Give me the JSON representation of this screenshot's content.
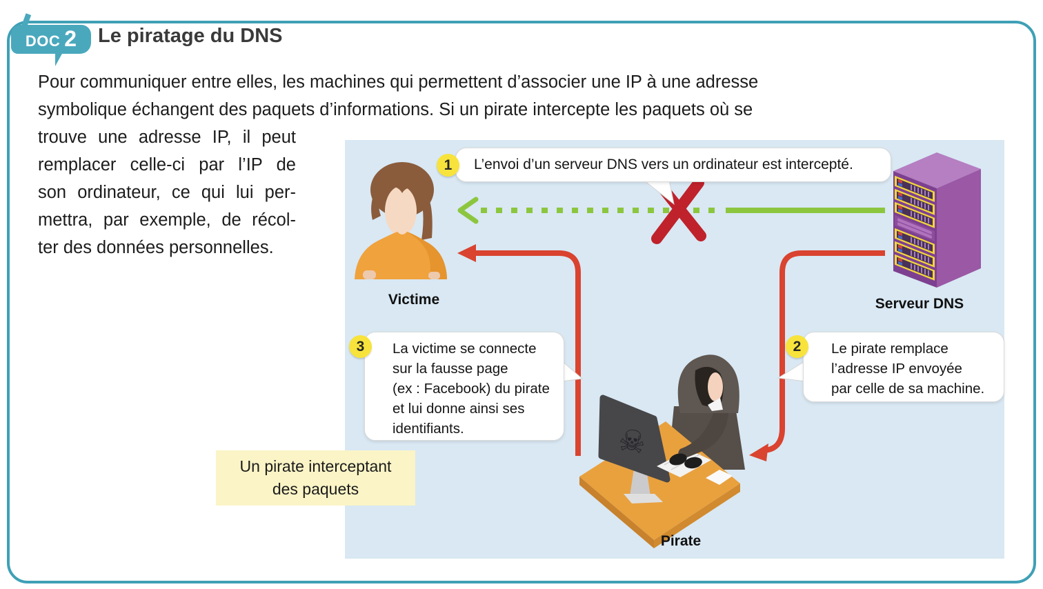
{
  "page": {
    "doc_badge": {
      "label": "DOC",
      "number": "2"
    },
    "title": "Le piratage du DNS",
    "intro_lines": [
      "Pour communiquer entre elles, les machines qui permettent d’associer une IP à une adresse",
      "symbolique échangent des paquets d’informations. Si un pirate intercepte les paquets où se"
    ],
    "intro_left_lines": [
      "trouve une adresse IP, il peut",
      "remplacer celle-ci par l’IP de",
      "son ordinateur, ce qui lui per-",
      "mettra, par exemple, de récol-",
      "ter des données personnelles."
    ]
  },
  "diagram": {
    "actors": {
      "victim": "Victime",
      "server": "Serveur DNS",
      "pirate": "Pirate"
    },
    "callout1": {
      "number": "1",
      "text": "L’envoi d’un serveur DNS vers un ordinateur est intercepté."
    },
    "callout2": {
      "number": "2",
      "lines": [
        "Le pirate remplace",
        "l’adresse IP envoyée",
        "par celle de sa machine."
      ]
    },
    "callout3": {
      "number": "3",
      "lines": [
        "La victime se connecte",
        "sur la fausse page",
        "(ex : Facebook) du pirate",
        "et lui donne ainsi ses",
        "identifiants."
      ]
    },
    "caption_lines": [
      "Un pirate interceptant",
      "des paquets"
    ],
    "colors": {
      "frame_border": "#3fa0b6",
      "badge_bg": "#4aa8bd",
      "diagram_bg": "#d9e8f3",
      "green_arrow": "#8cc63e",
      "red_arrow": "#d9432f",
      "red_x": "#bf222b",
      "number_badge_bg": "#f7e33c",
      "caption_bg": "#faf4c6"
    }
  }
}
